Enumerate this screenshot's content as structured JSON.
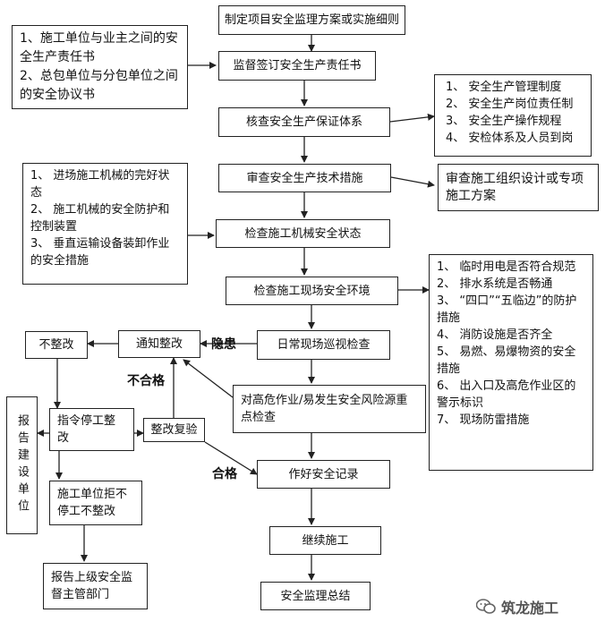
{
  "steps": {
    "plan": "制定项目安全监理方案或实施细则",
    "sign": "监督签订安全生产责任书",
    "system": "核查安全生产保证体系",
    "tech": "审查安全生产技术措施",
    "machine": "检查施工机械安全状态",
    "site": "检查施工现场安全环境",
    "patrol": "日常现场巡视检查",
    "hazard": "对高危作业/易发生安全风险源重点检查",
    "record": "作好安全记录",
    "continue": "继续施工",
    "summary": "安全监理总结",
    "notice": "通知整改",
    "not_fix": "不整改",
    "stop": "指令停工整改",
    "recheck": "整改复验",
    "refuse": "施工单位拒不停工不整改",
    "report_up": "报告上级安全监督主管部门",
    "report_owner": "报告建设单位",
    "org_design": "审查施工组织设计或专项施工方案"
  },
  "notes": {
    "contracts": [
      "1、施工单位与业主之间的安全生产责任书",
      "2、总包单位与分包单位之间的安全协议书"
    ],
    "system_items": [
      "1、 安全生产管理制度",
      "2、 安全生产岗位责任制",
      "3、 安全生产操作规程",
      "4、 安检体系及人员到岗"
    ],
    "machine_items": [
      "1、 进场施工机械的完好状态",
      "2、 施工机械的安全防护和控制装置",
      "3、 垂直运输设备装卸作业的安全措施"
    ],
    "site_items": [
      "1、 临时用电是否符合规范",
      "2、 排水系统是否畅通",
      "3、 “四口”“五临边”的防护措施",
      "4、 消防设施是否齐全",
      "5、 易燃、易爆物资的安全措施",
      "6、 出入口及高危作业区的警示标识",
      "7、 现场防雷措施"
    ]
  },
  "labels": {
    "hidden_danger": "隐患",
    "unqualified": "不合格",
    "qualified": "合格"
  },
  "watermark": "筑龙施工",
  "colors": {
    "line": "#222222",
    "background": "#ffffff"
  }
}
